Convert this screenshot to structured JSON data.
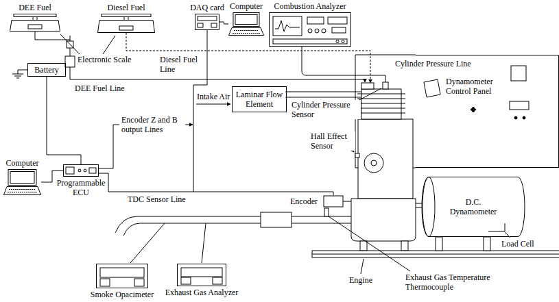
{
  "diagram": {
    "nodes": [
      {
        "text": [
          "DEE Fuel"
        ]
      },
      {
        "text": [
          "Diesel Fuel"
        ]
      },
      {
        "text": [
          "DAQ card"
        ]
      },
      {
        "text": [
          "Computer"
        ]
      },
      {
        "text": [
          "Combustion Analyzer"
        ]
      },
      {
        "text": [
          "Battery"
        ]
      },
      {
        "text": [
          "Dynamometer Control Panel"
        ]
      },
      {
        "text": [
          "Laminar Flow Element"
        ]
      },
      {
        "text": [
          "Computer"
        ]
      },
      {
        "text": [
          "Programmable ECU"
        ]
      },
      {
        "text": [
          "D.C. Dynamometer"
        ]
      },
      {
        "text": [
          "Smoke Opacimeter"
        ]
      },
      {
        "text": [
          "Exhaust Gas Analyzer"
        ]
      }
    ],
    "edges": [
      {
        "from": 2,
        "to": 3,
        "arrow": "none"
      },
      {
        "from": 5,
        "to": 9,
        "arrow": "none"
      },
      {
        "from": 8,
        "to": 9,
        "arrow": "none"
      }
    ],
    "labels": [
      "Electronic Scale",
      "Diesel Fuel Line",
      "Cylinder Pressure Line",
      "DEE Fuel Line",
      "Intake Air",
      "Cylinder Pressure Sensor",
      "Encoder Z and B output Lines",
      "Hall Effect Sensor",
      "TDC Sensor Line",
      "Encoder",
      "Load Cell",
      "Exhaust Gas Temperature Thermocouple",
      "Engine"
    ]
  }
}
